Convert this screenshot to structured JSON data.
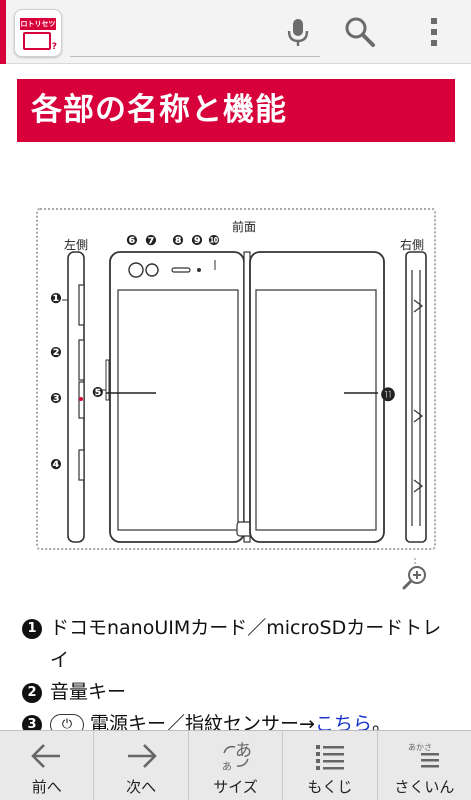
{
  "appbar": {
    "logo_text": "ロトリセツ",
    "logo_mark": "?",
    "icons": [
      "mic-icon",
      "search-icon",
      "overflow-menu-icon"
    ]
  },
  "page": {
    "title": "各部の名称と機能"
  },
  "diagram": {
    "label_left": "左側",
    "label_front": "前面",
    "label_right": "右側",
    "callouts": [
      "❻",
      "❼",
      "❽",
      "❾",
      "❿",
      "❶",
      "❷",
      "❸",
      "❹",
      "❺",
      "⓫"
    ]
  },
  "list": {
    "item1_num": "1",
    "item1_text": "ドコモnanoUIMカード／microSDカードトレイ",
    "item2_num": "2",
    "item2_text": "音量キー",
    "item3_num": "3",
    "item3_icon": "⏻",
    "item3_text": "電源キー／指紋センサー→",
    "item3_link": "こちら",
    "item3_tail": "。"
  },
  "bottombar": {
    "prev": "前へ",
    "next": "次へ",
    "size": "サイズ",
    "toc": "もくじ",
    "index": "さくいん",
    "size_icon_text": "あ",
    "index_icon_text": "あかさ"
  }
}
